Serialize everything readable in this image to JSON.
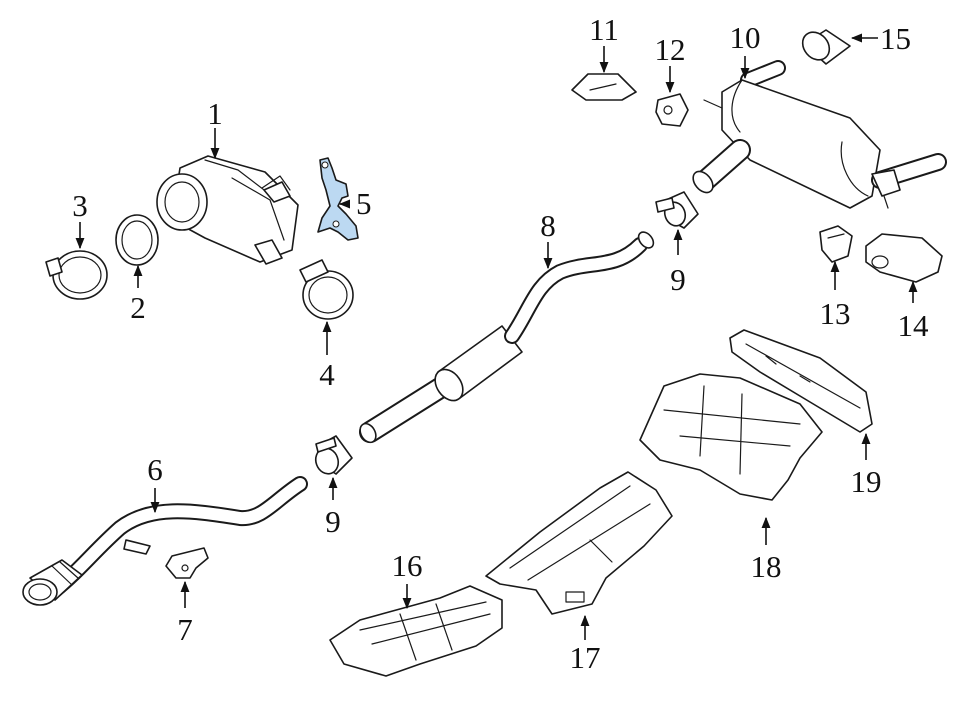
{
  "colors": {
    "line": "#1a1a1a",
    "highlight": "#bcd9f2",
    "background": "#ffffff"
  },
  "callouts": {
    "p1": "1",
    "p2": "2",
    "p3": "3",
    "p4": "4",
    "p5": "5",
    "p6": "6",
    "p7": "7",
    "p8": "8",
    "p9a": "9",
    "p9b": "9",
    "p10": "10",
    "p11": "11",
    "p12": "12",
    "p13": "13",
    "p14": "14",
    "p15": "15",
    "p16": "16",
    "p17": "17",
    "p18": "18",
    "p19": "19"
  },
  "highlighted_part": "5"
}
